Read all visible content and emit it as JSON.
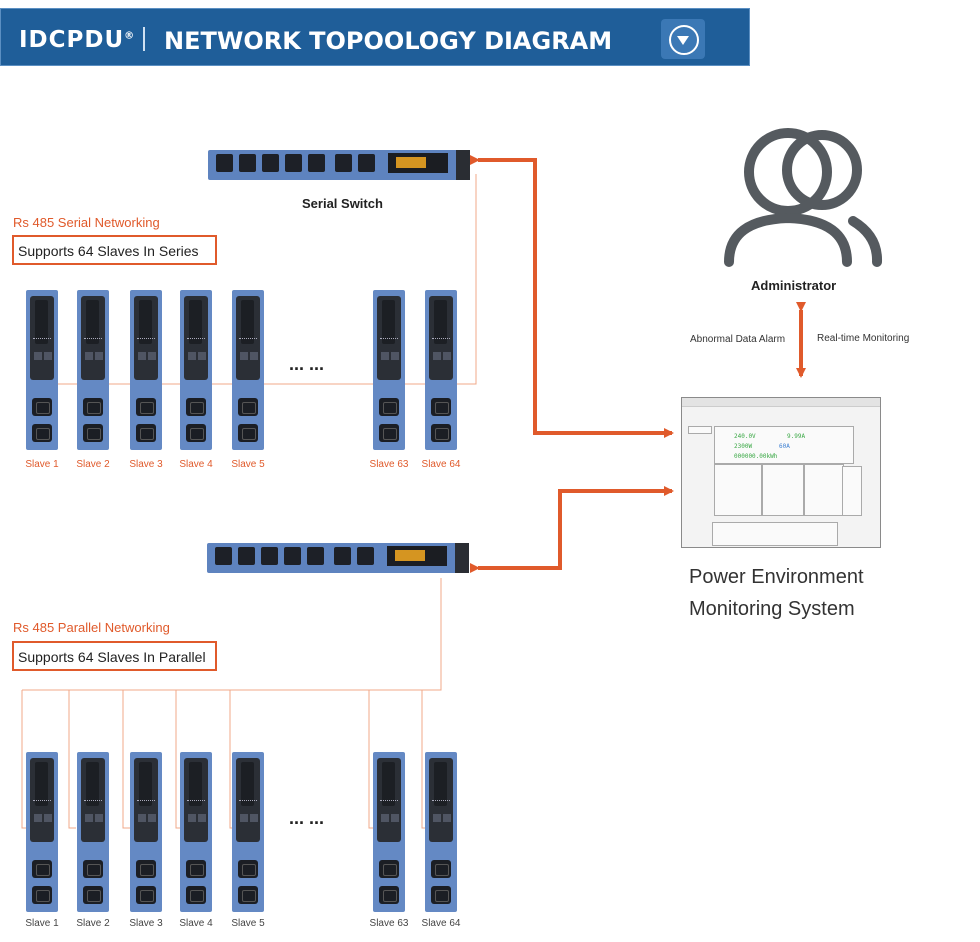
{
  "banner": {
    "logo": "IDCPDU",
    "logo_mark": "®",
    "title": "NETWORK TOPOOLOGY DIAGRAM",
    "download_icon": "download-chevron-icon",
    "color": "#1f5e99"
  },
  "serial": {
    "switch_label": "Serial Switch",
    "heading": "Rs 485 Serial Networking",
    "box_text": "Supports 64 Slaves In Series",
    "slaves": [
      "Slave 1",
      "Slave 2",
      "Slave 3",
      "Slave 4",
      "Slave 5",
      "Slave 63",
      "Slave 64"
    ],
    "ellipsis": "... ..."
  },
  "parallel": {
    "heading": "Rs 485 Parallel Networking",
    "box_text": "Supports 64 Slaves In Parallel",
    "slaves": [
      "Slave 1",
      "Slave 2",
      "Slave 3",
      "Slave 4",
      "Slave 5",
      "Slave 63",
      "Slave 64"
    ],
    "ellipsis": "... ..."
  },
  "admin": {
    "label": "Administrator",
    "left_label": "Abnormal Data Alarm",
    "right_label": "Real-time Monitoring",
    "icon": "administrator-users-icon"
  },
  "system": {
    "line1": "Power Environment",
    "line2": "Monitoring System",
    "screen": {
      "voltage": "240.0V",
      "current": "9.99A",
      "power": "2300W",
      "peak": "60A",
      "energy": "000000.00kWh"
    }
  },
  "colors": {
    "accent": "#e05a2b",
    "pdu_blue": "#6489c4",
    "icon_gray": "#555a5f"
  }
}
